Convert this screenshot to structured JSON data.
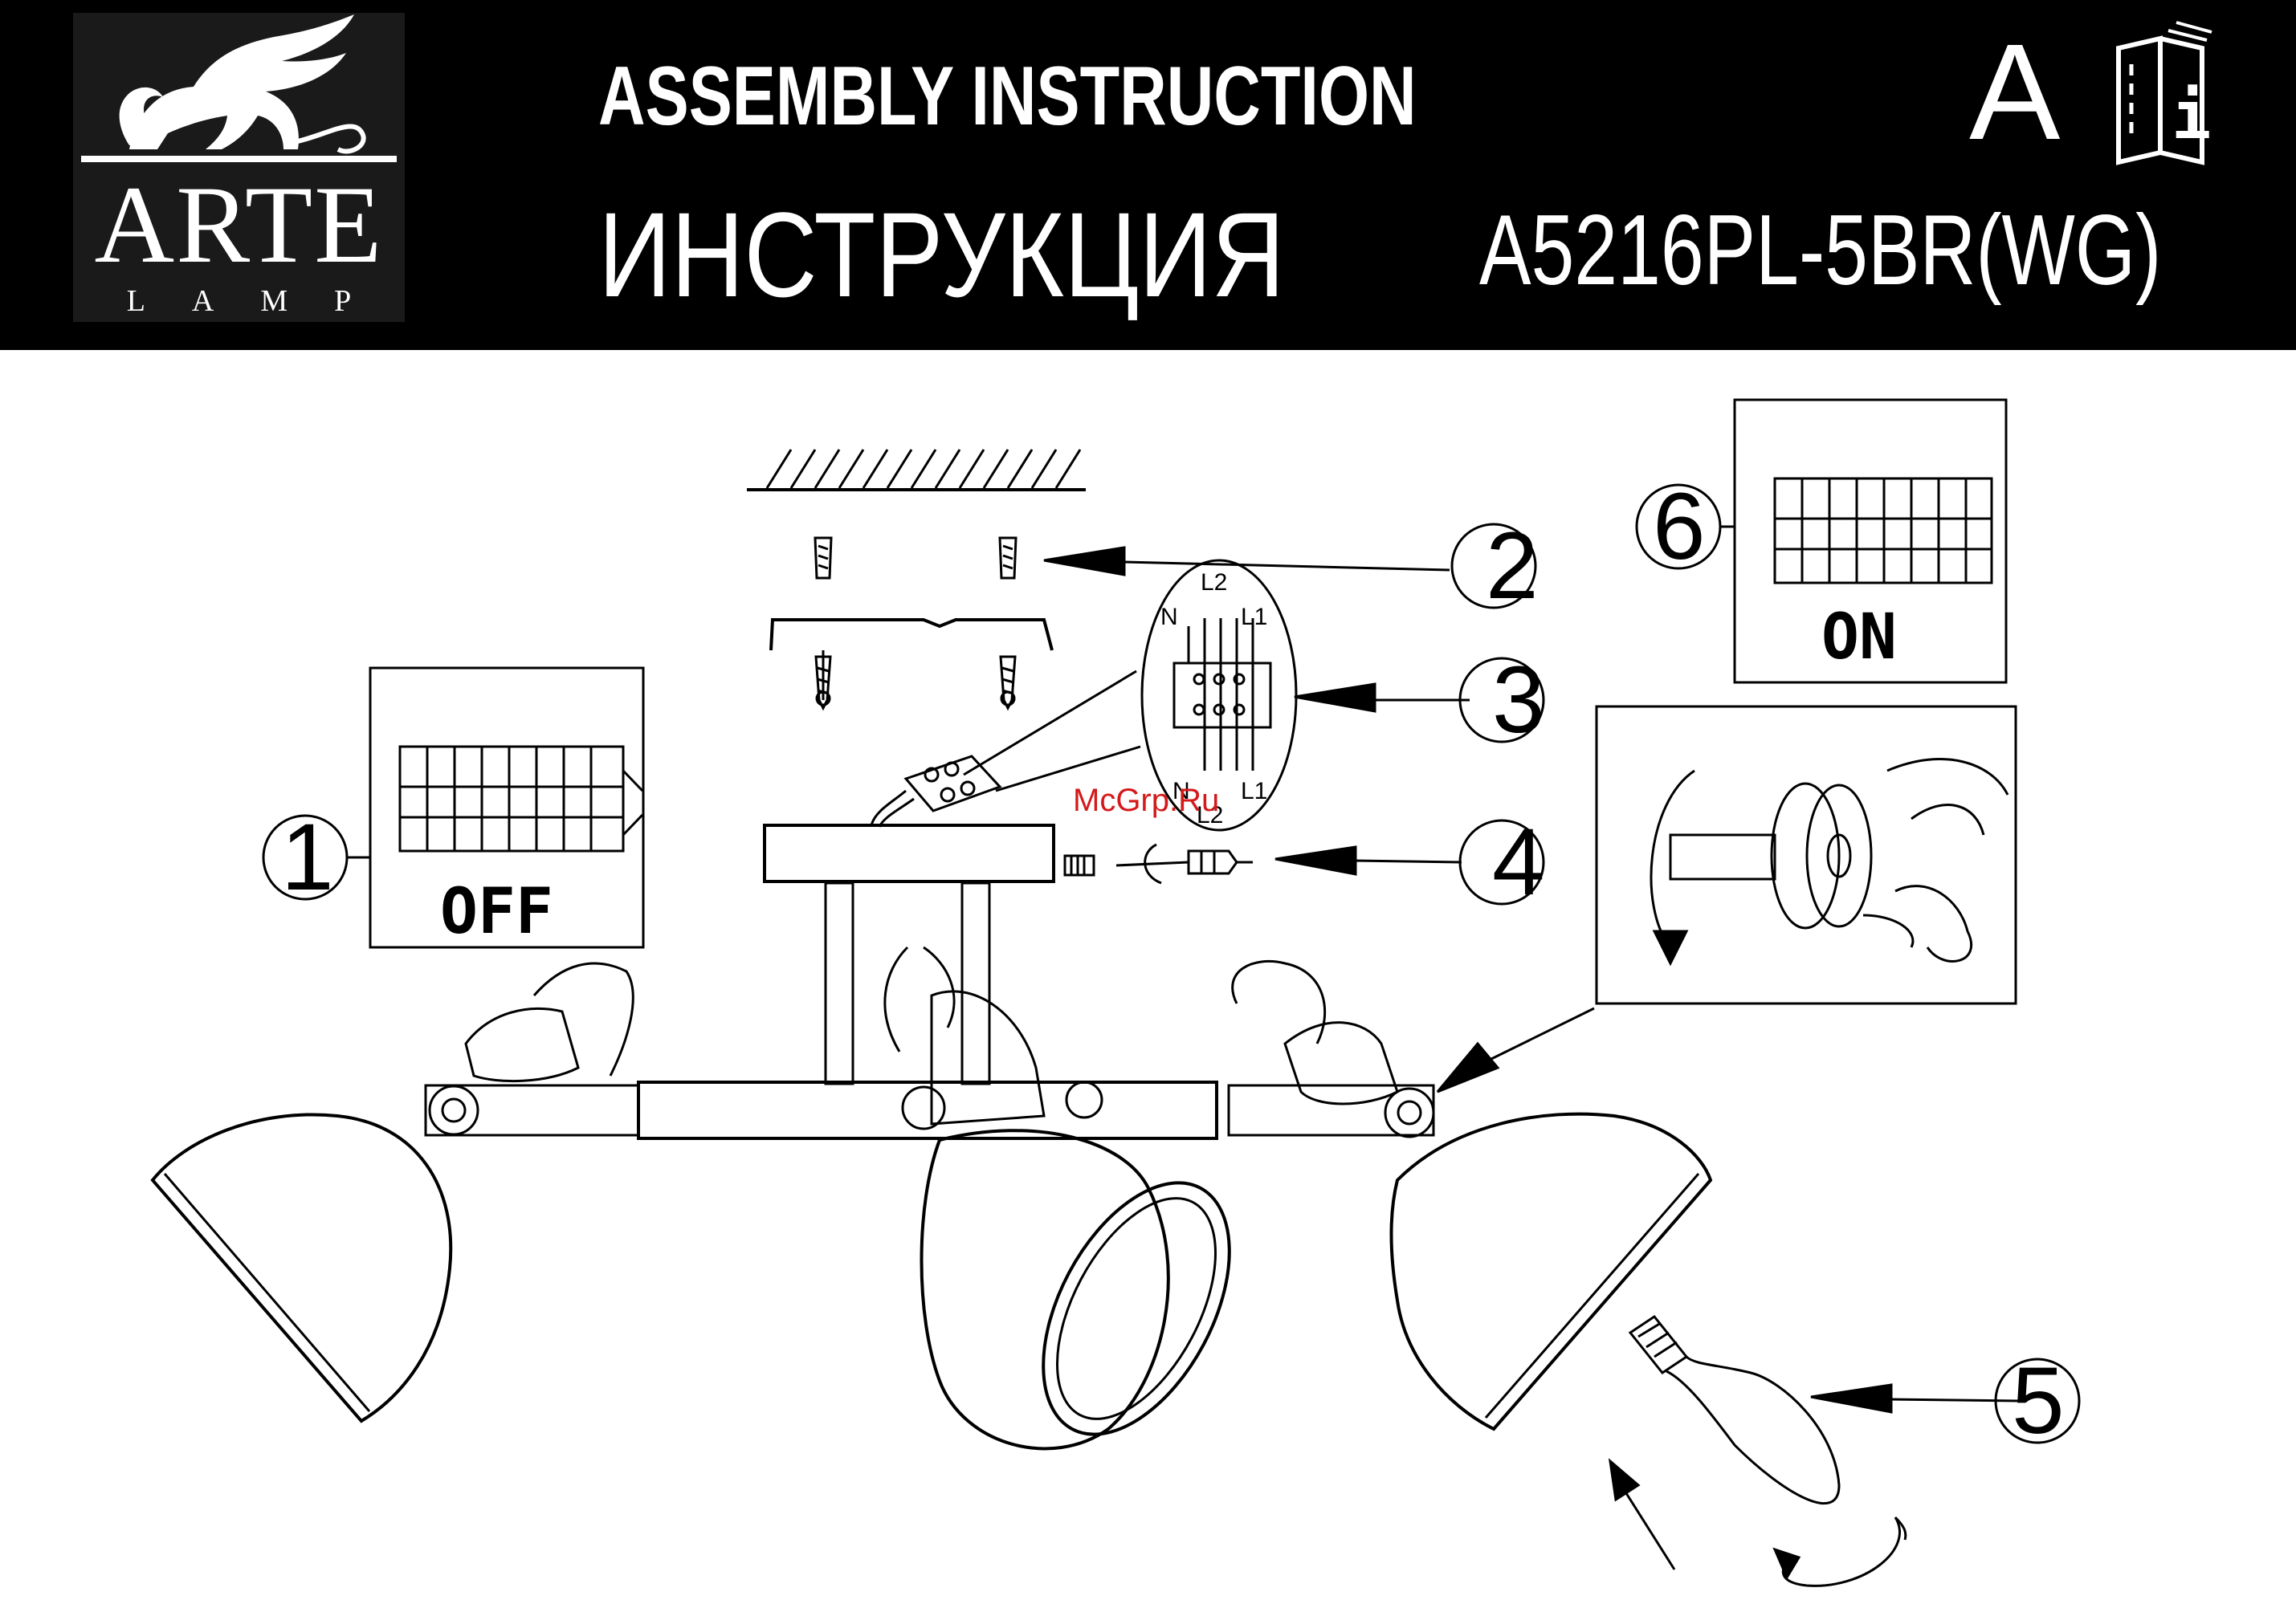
{
  "header": {
    "title_en": "ASSEMBLY INSTRUCTION",
    "title_ru": "ИНСТРУКЦИЯ",
    "model": "A5216PL-5BR(WG)",
    "letter": "A",
    "info_glyph": "i"
  },
  "logo": {
    "brand": "ARTE",
    "sub": "LAMP",
    "icon": "griffin-logo-icon"
  },
  "steps": {
    "s1": "1",
    "s2": "2",
    "s3": "3",
    "s4": "4",
    "s5": "5",
    "s6": "6"
  },
  "switch_off_label": "OFF",
  "switch_on_label": "ON",
  "wires": {
    "top_l2": "L2",
    "top_n": "N",
    "top_l1": "L1",
    "bot_n": "N",
    "bot_l2": "L2",
    "bot_l1": "L1"
  },
  "watermark": "McGrp.Ru",
  "colors": {
    "header_bg": "#000000",
    "logo_bg": "#1a1a1a",
    "line": "#000000",
    "watermark": "#d41a1a"
  }
}
